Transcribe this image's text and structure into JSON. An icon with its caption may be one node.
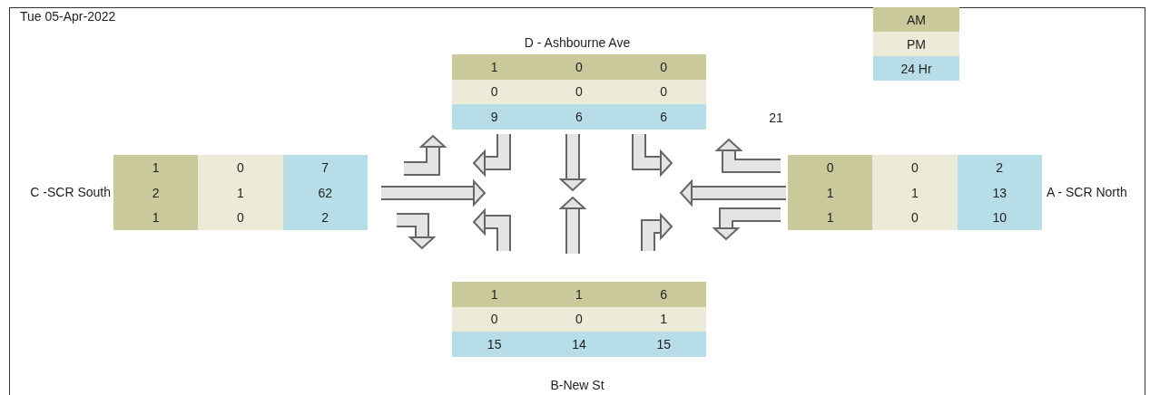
{
  "diagram": {
    "labels": [
      "Tue 05-Apr-2022",
      "D - Ashbourne Ave",
      "1",
      "0",
      "0",
      "0",
      "0",
      "0",
      "9",
      "6",
      "6",
      "21",
      "C -SCR South",
      "1",
      "0",
      "7",
      "2",
      "1",
      "62",
      "1",
      "0",
      "2",
      "0",
      "0",
      "2",
      "1",
      "1",
      "13",
      "1",
      "0",
      "10",
      "A - SCR North",
      "1",
      "1",
      "6",
      "0",
      "0",
      "1",
      "15",
      "14",
      "15",
      "B-New St"
    ],
    "legend": [
      {
        "text": "AM",
        "color": "#c9c99b"
      },
      {
        "text": "PM",
        "color": "#ebebd7"
      },
      {
        "text": "24 Hr",
        "color": "#b7dde8"
      }
    ]
  }
}
